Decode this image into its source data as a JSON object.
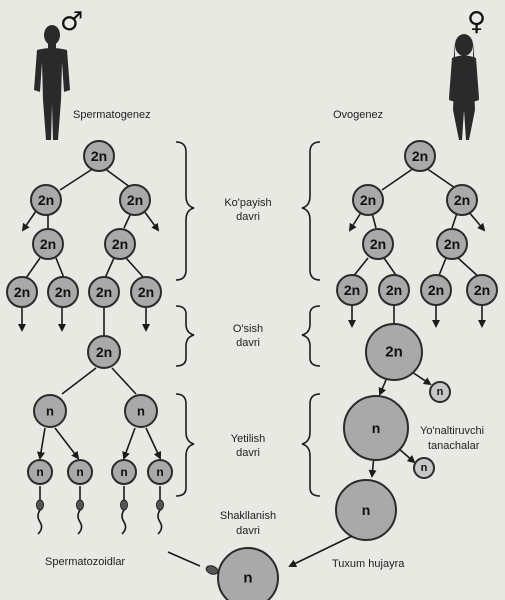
{
  "symbols": {
    "male": "♂",
    "female": "♀"
  },
  "labels": {
    "spermatogenez": "Spermatogenez",
    "ovogenez": "Ovogenez",
    "spermatozoidlar": "Spermatozoidlar",
    "tuxum": "Tuxum hujayra",
    "yonaltiruvchi_1": "Yo'naltiruvchi",
    "yonaltiruvchi_2": "tanachalar"
  },
  "phases": [
    {
      "line1": "Ko'payish",
      "line2": "davri"
    },
    {
      "line1": "O'sish",
      "line2": "davri"
    },
    {
      "line1": "Yetilish",
      "line2": "davri"
    },
    {
      "line1": "Shakllanish",
      "line2": "davri"
    }
  ],
  "ploidy": {
    "diploid": "2n",
    "haploid": "n"
  },
  "colors": {
    "cell": "#a9a9a9",
    "background": "#e9e9e4"
  }
}
